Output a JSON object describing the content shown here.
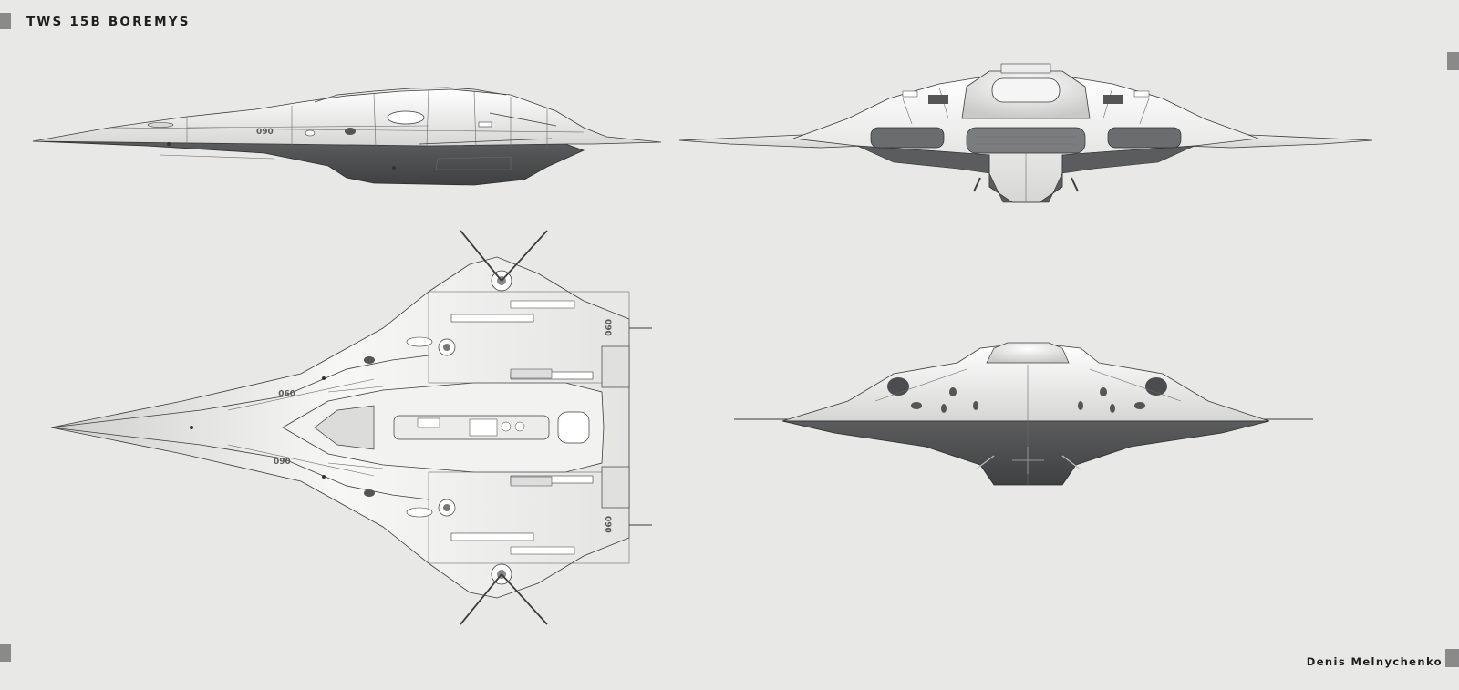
{
  "sheet": {
    "title": "TWS 15B BOREMYS",
    "author": "Denis Melnychenko"
  },
  "hull_markings": {
    "number": "090"
  },
  "colors": {
    "background": "#e8e8e7",
    "hull_light": "#f4f4f3",
    "hull_dark": "#4a4c4e",
    "line": "#3c3c3c",
    "corner_marker": "#8a8a8a"
  }
}
